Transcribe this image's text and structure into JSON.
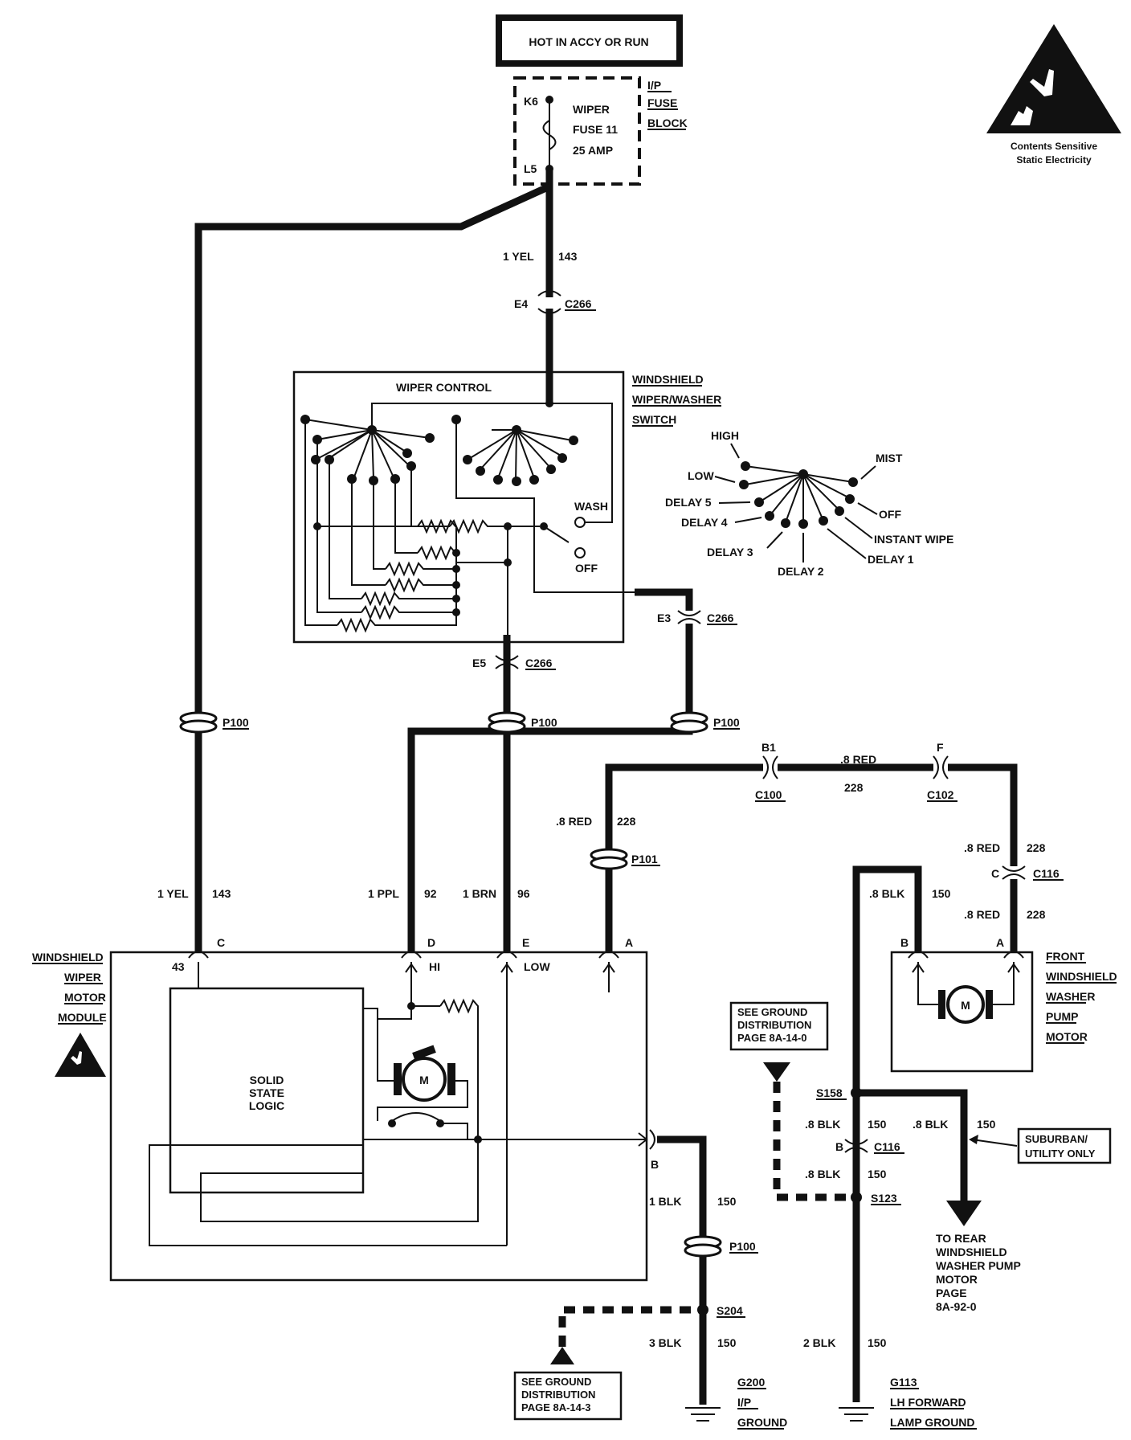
{
  "power": {
    "label": "HOT IN ACCY OR RUN"
  },
  "fuse_block": {
    "label1": "I/P",
    "label2": "FUSE",
    "label3": "BLOCK",
    "terminal_top": "K6",
    "terminal_bottom": "L5",
    "fuse_name": "WIPER",
    "fuse_id": "FUSE 11",
    "fuse_rating": "25 AMP"
  },
  "esd": {
    "line1": "Contents Sensitive",
    "line2": "Static Electricity"
  },
  "wire_top": {
    "gauge": "1 YEL",
    "circuit": "143"
  },
  "c266_top": {
    "pin": "E4",
    "name": "C266"
  },
  "switch": {
    "title": "WIPER CONTROL",
    "label1": "WINDSHIELD",
    "label2": "WIPER/WASHER",
    "label3": "SWITCH",
    "wash": "WASH",
    "off": "OFF"
  },
  "positions": {
    "high": "HIGH",
    "low": "LOW",
    "delay5": "DELAY 5",
    "delay4": "DELAY 4",
    "delay3": "DELAY 3",
    "delay2": "DELAY 2",
    "delay1": "DELAY 1",
    "instant": "INSTANT WIPE",
    "off": "OFF",
    "mist": "MIST"
  },
  "c266_e3": {
    "pin": "E3",
    "name": "C266"
  },
  "c266_e5": {
    "pin": "E5",
    "name": "C266"
  },
  "p100": "P100",
  "p101": "P101",
  "c100": {
    "pin": "B1",
    "name": "C100"
  },
  "c102": {
    "pin": "F",
    "name": "C102"
  },
  "red_mid": {
    "gauge": ".8 RED",
    "circuit": "228"
  },
  "red_left": {
    "gauge": ".8 RED",
    "circuit": "228"
  },
  "red_right": {
    "gauge": ".8 RED",
    "circuit": "228"
  },
  "red_right2": {
    "gauge": ".8 RED",
    "circuit": "228"
  },
  "c116_top": {
    "pin": "C",
    "name": "C116"
  },
  "wire_c": {
    "gauge": "1 YEL",
    "circuit": "143"
  },
  "wire_d": {
    "gauge": "1 PPL",
    "circuit": "92"
  },
  "wire_e": {
    "gauge": "1 BRN",
    "circuit": "96"
  },
  "pump_blk": {
    "gauge": ".8 BLK",
    "circuit": "150"
  },
  "module": {
    "label1": "WINDSHIELD",
    "label2": "WIPER",
    "label3": "MOTOR",
    "label4": "MODULE",
    "pin_c": "C",
    "pin_d": "D",
    "pin_e": "E",
    "pin_a": "A",
    "pin_b": "B",
    "t43": "43",
    "hi": "HI",
    "low": "LOW",
    "logic1": "SOLID",
    "logic2": "STATE",
    "logic3": "LOGIC",
    "motor": "M"
  },
  "pump": {
    "label1": "FRONT",
    "label2": "WINDSHIELD",
    "label3": "WASHER",
    "label4": "PUMP",
    "label5": "MOTOR",
    "pin_b": "B",
    "pin_a": "A",
    "motor": "M"
  },
  "ground_ref1": {
    "line1": "SEE GROUND",
    "line2": "DISTRIBUTION",
    "line3": "PAGE 8A-14-0"
  },
  "ground_ref2": {
    "line1": "SEE GROUND",
    "line2": "DISTRIBUTION",
    "line3": "PAGE 8A-14-3"
  },
  "s158": "S158",
  "s123": "S123",
  "s204": "S204",
  "blk_a": {
    "gauge": ".8 BLK",
    "circuit": "150"
  },
  "blk_b": {
    "gauge": ".8 BLK",
    "circuit": "150"
  },
  "blk_c": {
    "gauge": ".8 BLK",
    "circuit": "150"
  },
  "c116_bottom": {
    "pin": "B",
    "name": "C116"
  },
  "suburban": {
    "line1": "SUBURBAN/",
    "line2": "UTILITY ONLY"
  },
  "rear": {
    "line1": "TO REAR",
    "line2": "WINDSHIELD",
    "line3": "WASHER PUMP",
    "line4": "MOTOR",
    "line5": "PAGE",
    "line6": "8A-92-0"
  },
  "motor_blk": {
    "gauge": "1 BLK",
    "circuit": "150"
  },
  "g200_wire": {
    "gauge": "3 BLK",
    "circuit": "150"
  },
  "g113_wire": {
    "gauge": "2 BLK",
    "circuit": "150"
  },
  "g200": {
    "name": "G200",
    "line2": "I/P",
    "line3": "GROUND"
  },
  "g113": {
    "name": "G113",
    "line2": "LH FORWARD",
    "line3": "LAMP GROUND"
  }
}
